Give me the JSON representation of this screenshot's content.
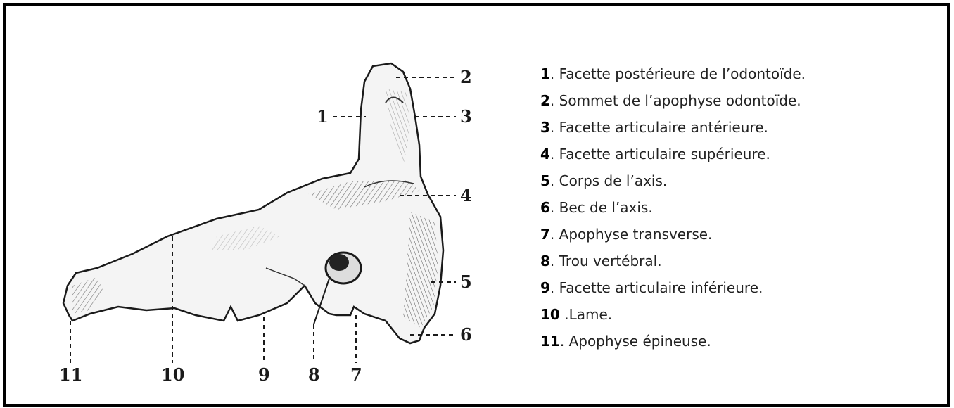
{
  "figure": {
    "callouts": [
      "1",
      "2",
      "3",
      "4",
      "5",
      "6",
      "7",
      "8",
      "9",
      "10",
      "11"
    ]
  },
  "legend": [
    {
      "number": "1",
      "sep": ". ",
      "text": "Facette postérieure de l’odontoïde."
    },
    {
      "number": "2",
      "sep": ". ",
      "text": "Sommet de l’apophyse odontoïde."
    },
    {
      "number": "3",
      "sep": ". ",
      "text": "Facette articulaire antérieure."
    },
    {
      "number": "4",
      "sep": ". ",
      "text": "Facette articulaire supérieure."
    },
    {
      "number": "5",
      "sep": ". ",
      "text": "Corps de l’axis."
    },
    {
      "number": "6",
      "sep": ". ",
      "text": "Bec de l’axis."
    },
    {
      "number": "7",
      "sep": ". ",
      "text": "Apophyse transverse."
    },
    {
      "number": "8",
      "sep": ". ",
      "text": "Trou vertébral."
    },
    {
      "number": "9",
      "sep": ". ",
      "text": "Facette articulaire inférieure."
    },
    {
      "number": "10",
      "sep": " .",
      "text": "Lame."
    },
    {
      "number": "11",
      "sep": ". ",
      "text": "Apophyse épineuse."
    }
  ]
}
